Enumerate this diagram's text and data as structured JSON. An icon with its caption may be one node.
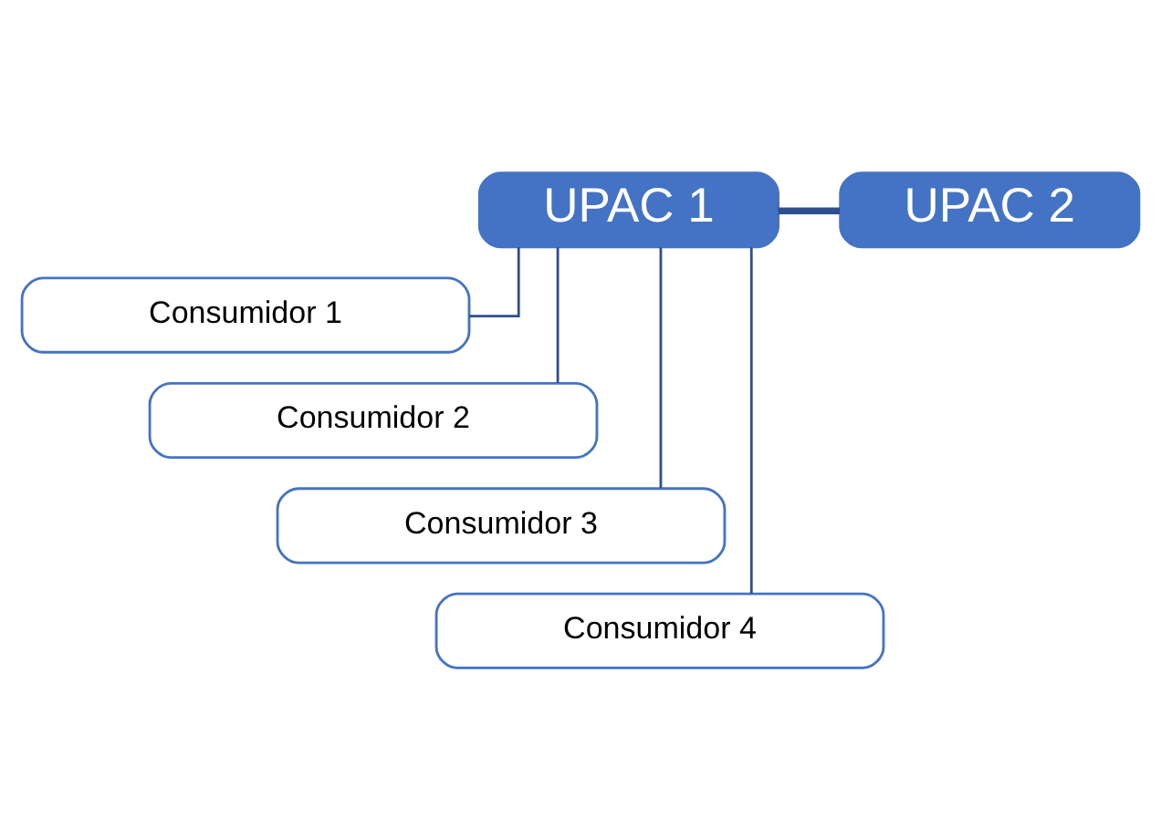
{
  "diagram": {
    "nodes": [
      {
        "text": [
          "UPAC 1"
        ]
      },
      {
        "text": [
          "UPAC 2"
        ]
      },
      {
        "text": [
          "Consumidor 1"
        ]
      },
      {
        "text": [
          "Consumidor 2"
        ]
      },
      {
        "text": [
          "Consumidor 3"
        ]
      },
      {
        "text": [
          "Consumidor 4"
        ]
      }
    ],
    "edges": [
      {
        "from": 0,
        "to": 1,
        "arrow": "none",
        "style": "thick"
      },
      {
        "from": 0,
        "to": 2,
        "arrow": "none"
      },
      {
        "from": 0,
        "to": 3,
        "arrow": "none"
      },
      {
        "from": 0,
        "to": 4,
        "arrow": "none"
      },
      {
        "from": 0,
        "to": 5,
        "arrow": "none"
      }
    ]
  }
}
